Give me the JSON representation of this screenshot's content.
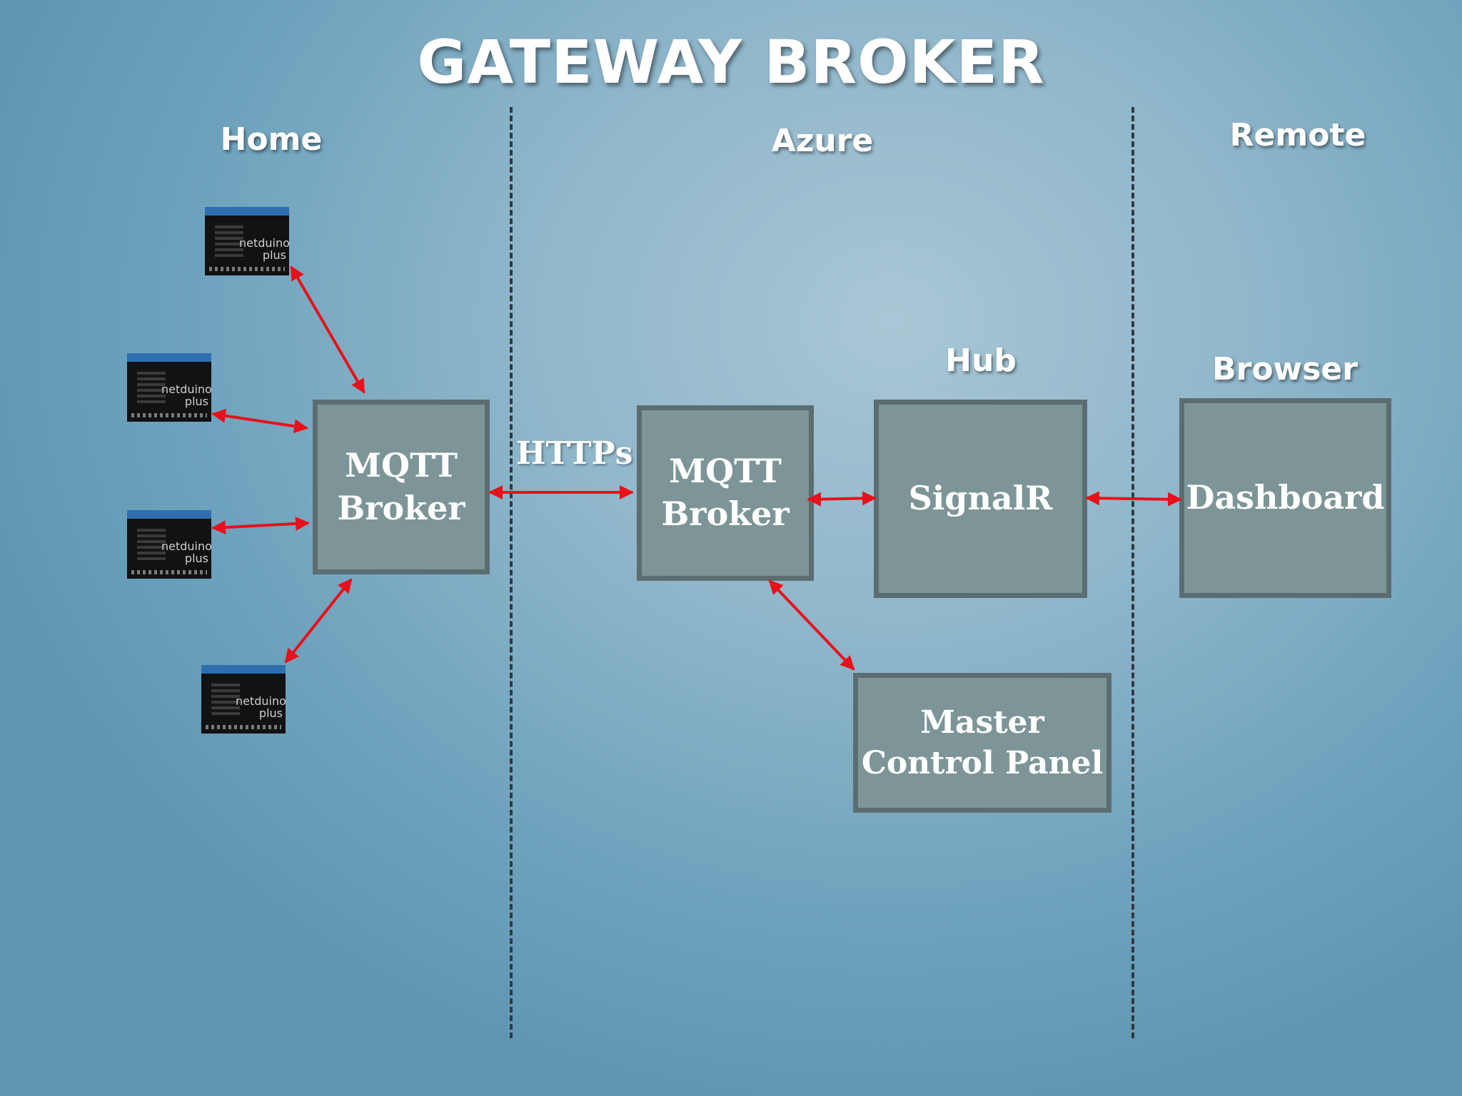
{
  "title": "GATEWAY BROKER",
  "zones": {
    "home": "Home",
    "azure": "Azure",
    "remote": "Remote"
  },
  "group_labels": {
    "hub": "Hub",
    "browser": "Browser"
  },
  "nodes": {
    "home_broker": {
      "line1": "MQTT",
      "line2": "Broker"
    },
    "azure_broker": {
      "line1": "MQTT",
      "line2": "Broker"
    },
    "signalr": {
      "line1": "SignalR"
    },
    "dashboard": {
      "line1": "Dashboard"
    },
    "master_panel": {
      "line1": "Master",
      "line2": "Control Panel"
    }
  },
  "devices": [
    {
      "line1": "netduino",
      "line2": "plus"
    },
    {
      "line1": "netduino",
      "line2": "plus"
    },
    {
      "line1": "netduino",
      "line2": "plus"
    },
    {
      "line1": "netduino",
      "line2": "plus"
    }
  ],
  "edges": {
    "https_label": "HTTPs"
  },
  "colors": {
    "arrow": "#e8101a",
    "node_fill": "#7d9596",
    "node_border": "#5c6d72",
    "divider": "#2f3a40"
  }
}
